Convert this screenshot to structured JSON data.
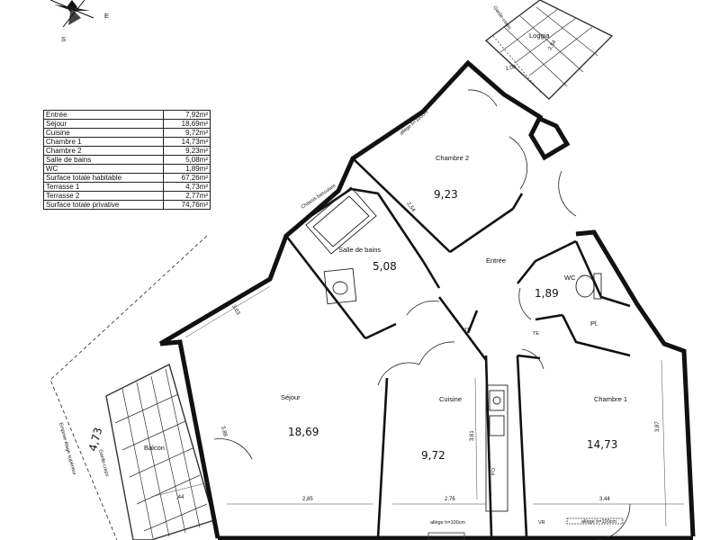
{
  "compass": {
    "east": "E",
    "south": "S"
  },
  "areas": [
    {
      "room": "Entrée",
      "area": "7,92m²"
    },
    {
      "room": "Séjour",
      "area": "18,69m²"
    },
    {
      "room": "Cuisine",
      "area": "9,72m²"
    },
    {
      "room": "Chambre 1",
      "area": "14,73m²"
    },
    {
      "room": "Chambre 2",
      "area": "9,23m²"
    },
    {
      "room": "Salle de bains",
      "area": "5,08m²"
    },
    {
      "room": "WC",
      "area": "1,89m²"
    },
    {
      "room": "Surface totale habitable",
      "area": "67,26m²"
    },
    {
      "room": "Terrasse 1",
      "area": "4,73m²"
    },
    {
      "room": "Terrasse 2",
      "area": "2,77m²"
    },
    {
      "room": "Surface totale privative",
      "area": "74,76m²"
    }
  ],
  "rooms": {
    "loggia": "Loggia",
    "chambre2": "Chambre 2",
    "salle_de_bains": "Salle de bains",
    "entree": "Entrée",
    "wc": "WC",
    "placard": "Pl.",
    "sejour": "Séjour",
    "cuisine": "Cuisine",
    "chambre1": "Chambre 1",
    "balcon": "Balcon"
  },
  "handwritten": {
    "chambre2": "9,23",
    "sdb": "5,08",
    "wc": "1,89",
    "sejour": "18,69",
    "cuisine": "9,72",
    "chambre1": "14,73",
    "balcon": "4,73"
  },
  "labels": {
    "garde_corps_top": "Garde-corps",
    "garde_corps_left": "Garde-corps",
    "chassis": "Châssis basculant",
    "emprise": "Emprise étage supérieur",
    "allege_bottom1": "allège h=100cm",
    "allege_bottom2": "allège h=100cm",
    "allege_c2": "allège h=100cm",
    "te1": "TE",
    "te2": "TE",
    "cui": "Cui",
    "vr": "VR"
  },
  "dimensions": {
    "loggia_w": "1,09",
    "loggia_h": "2,54",
    "c2_w": "2,54",
    "sejour_h": "3,03",
    "sejour_w": "2,85",
    "cuisine_w": "2,76",
    "cuisine_h": "3,61",
    "chambre1_w": "3,44",
    "chambre1_h": "3,87",
    "balcon_w": ",44",
    "sejour_win": "3,88"
  }
}
